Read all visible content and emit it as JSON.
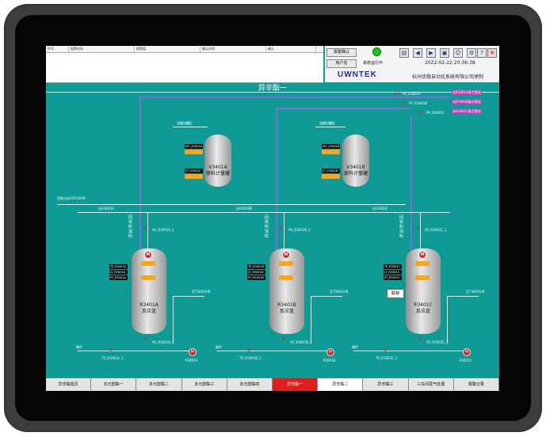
{
  "alarm_table": {
    "columns": [
      "序号",
      "报警时间",
      "报警值",
      "确认时间",
      "确认"
    ]
  },
  "header": {
    "alarm_confirm": "报警确认",
    "user": "用户名",
    "system_status": "系统运行中",
    "datetime": "2022-02-22 20:36:38",
    "logo": "UWNTEK",
    "company": "杭州优稳自动化系统有限公司承制",
    "toolbar_icons": [
      "print-icon",
      "back-icon",
      "forward-icon",
      "lock-icon",
      "user-icon",
      "settings-icon",
      "help-icon",
      "close-icon"
    ]
  },
  "title": "异辛酯一",
  "colors": {
    "screen": "#0e9a95",
    "alarm": "#d62424",
    "value": "#f7a51c",
    "purple_pipe": "#7e6fd0"
  },
  "top_vessels": [
    {
      "name": "V3401A",
      "sub": "原料计量罐",
      "src": "油酸自罐区",
      "tag1": "WT_V3401A",
      "tag2": "LT_V3401A",
      "feed": "自V3403A"
    },
    {
      "name": "V3401B",
      "sub": "原料计量罐",
      "src": "油酸自罐区",
      "tag1": "WT_V3401B",
      "tag2": "LT_V3401B",
      "feed": "自V3403B"
    }
  ],
  "feed_from_left": "回收分自V3413A/B",
  "feed_c": "自V3403C",
  "reactors": [
    {
      "name": "R3401A",
      "sub": "反应釜",
      "tags": [
        "TE_R3401A",
        "LT_R3401A",
        "PT_R3401A"
      ],
      "top_valve": "XV_R3401A_1",
      "bottom_valve": "XV_R3401A_2",
      "pump": "P3401A",
      "tv": "TV_R3401A_1",
      "out": "至T3401A/B",
      "solid": "回体料加料",
      "water": "循环"
    },
    {
      "name": "R3401B",
      "sub": "反应釜",
      "tags": [
        "TE_R3401B",
        "LT_R3401B",
        "PT_R3401B"
      ],
      "top_valve": "XV_R3401B_1",
      "bottom_valve": "XV_R3401B_2",
      "pump": "P3401B",
      "tv": "TV_R3401B_1",
      "out": "至T3401A/B",
      "solid": "回体料加料",
      "water": "循环"
    },
    {
      "name": "R3401C",
      "sub": "反应釜",
      "tags": [
        "TE_R3401C",
        "LT_R3401C",
        "PT_R3401C"
      ],
      "top_valve": "XV_R3401C_1",
      "bottom_valve": "XV_R3401C_2",
      "pump": "P3401C",
      "tv": "TV_R3401C_1",
      "out": "至T3401A/B",
      "solid": "回体料加料",
      "water": "循环"
    }
  ],
  "vacuum_valves": [
    "PV_V3401A",
    "PV_R3401B",
    "PV_R3401C"
  ],
  "vacuum_dest": [
    "去R3401A真空管线",
    "去R3401B真空管线",
    "去R3401C真空管线"
  ],
  "c_button": "联锁",
  "nav": [
    "异辛酯首页",
    "多元醇酯一",
    "多元醇酯二",
    "多元醇酯三",
    "多元醇酯四",
    "异辛酯一",
    "异辛酯二",
    "异辛酯三",
    "三车间尾气处理",
    "报警记录"
  ]
}
